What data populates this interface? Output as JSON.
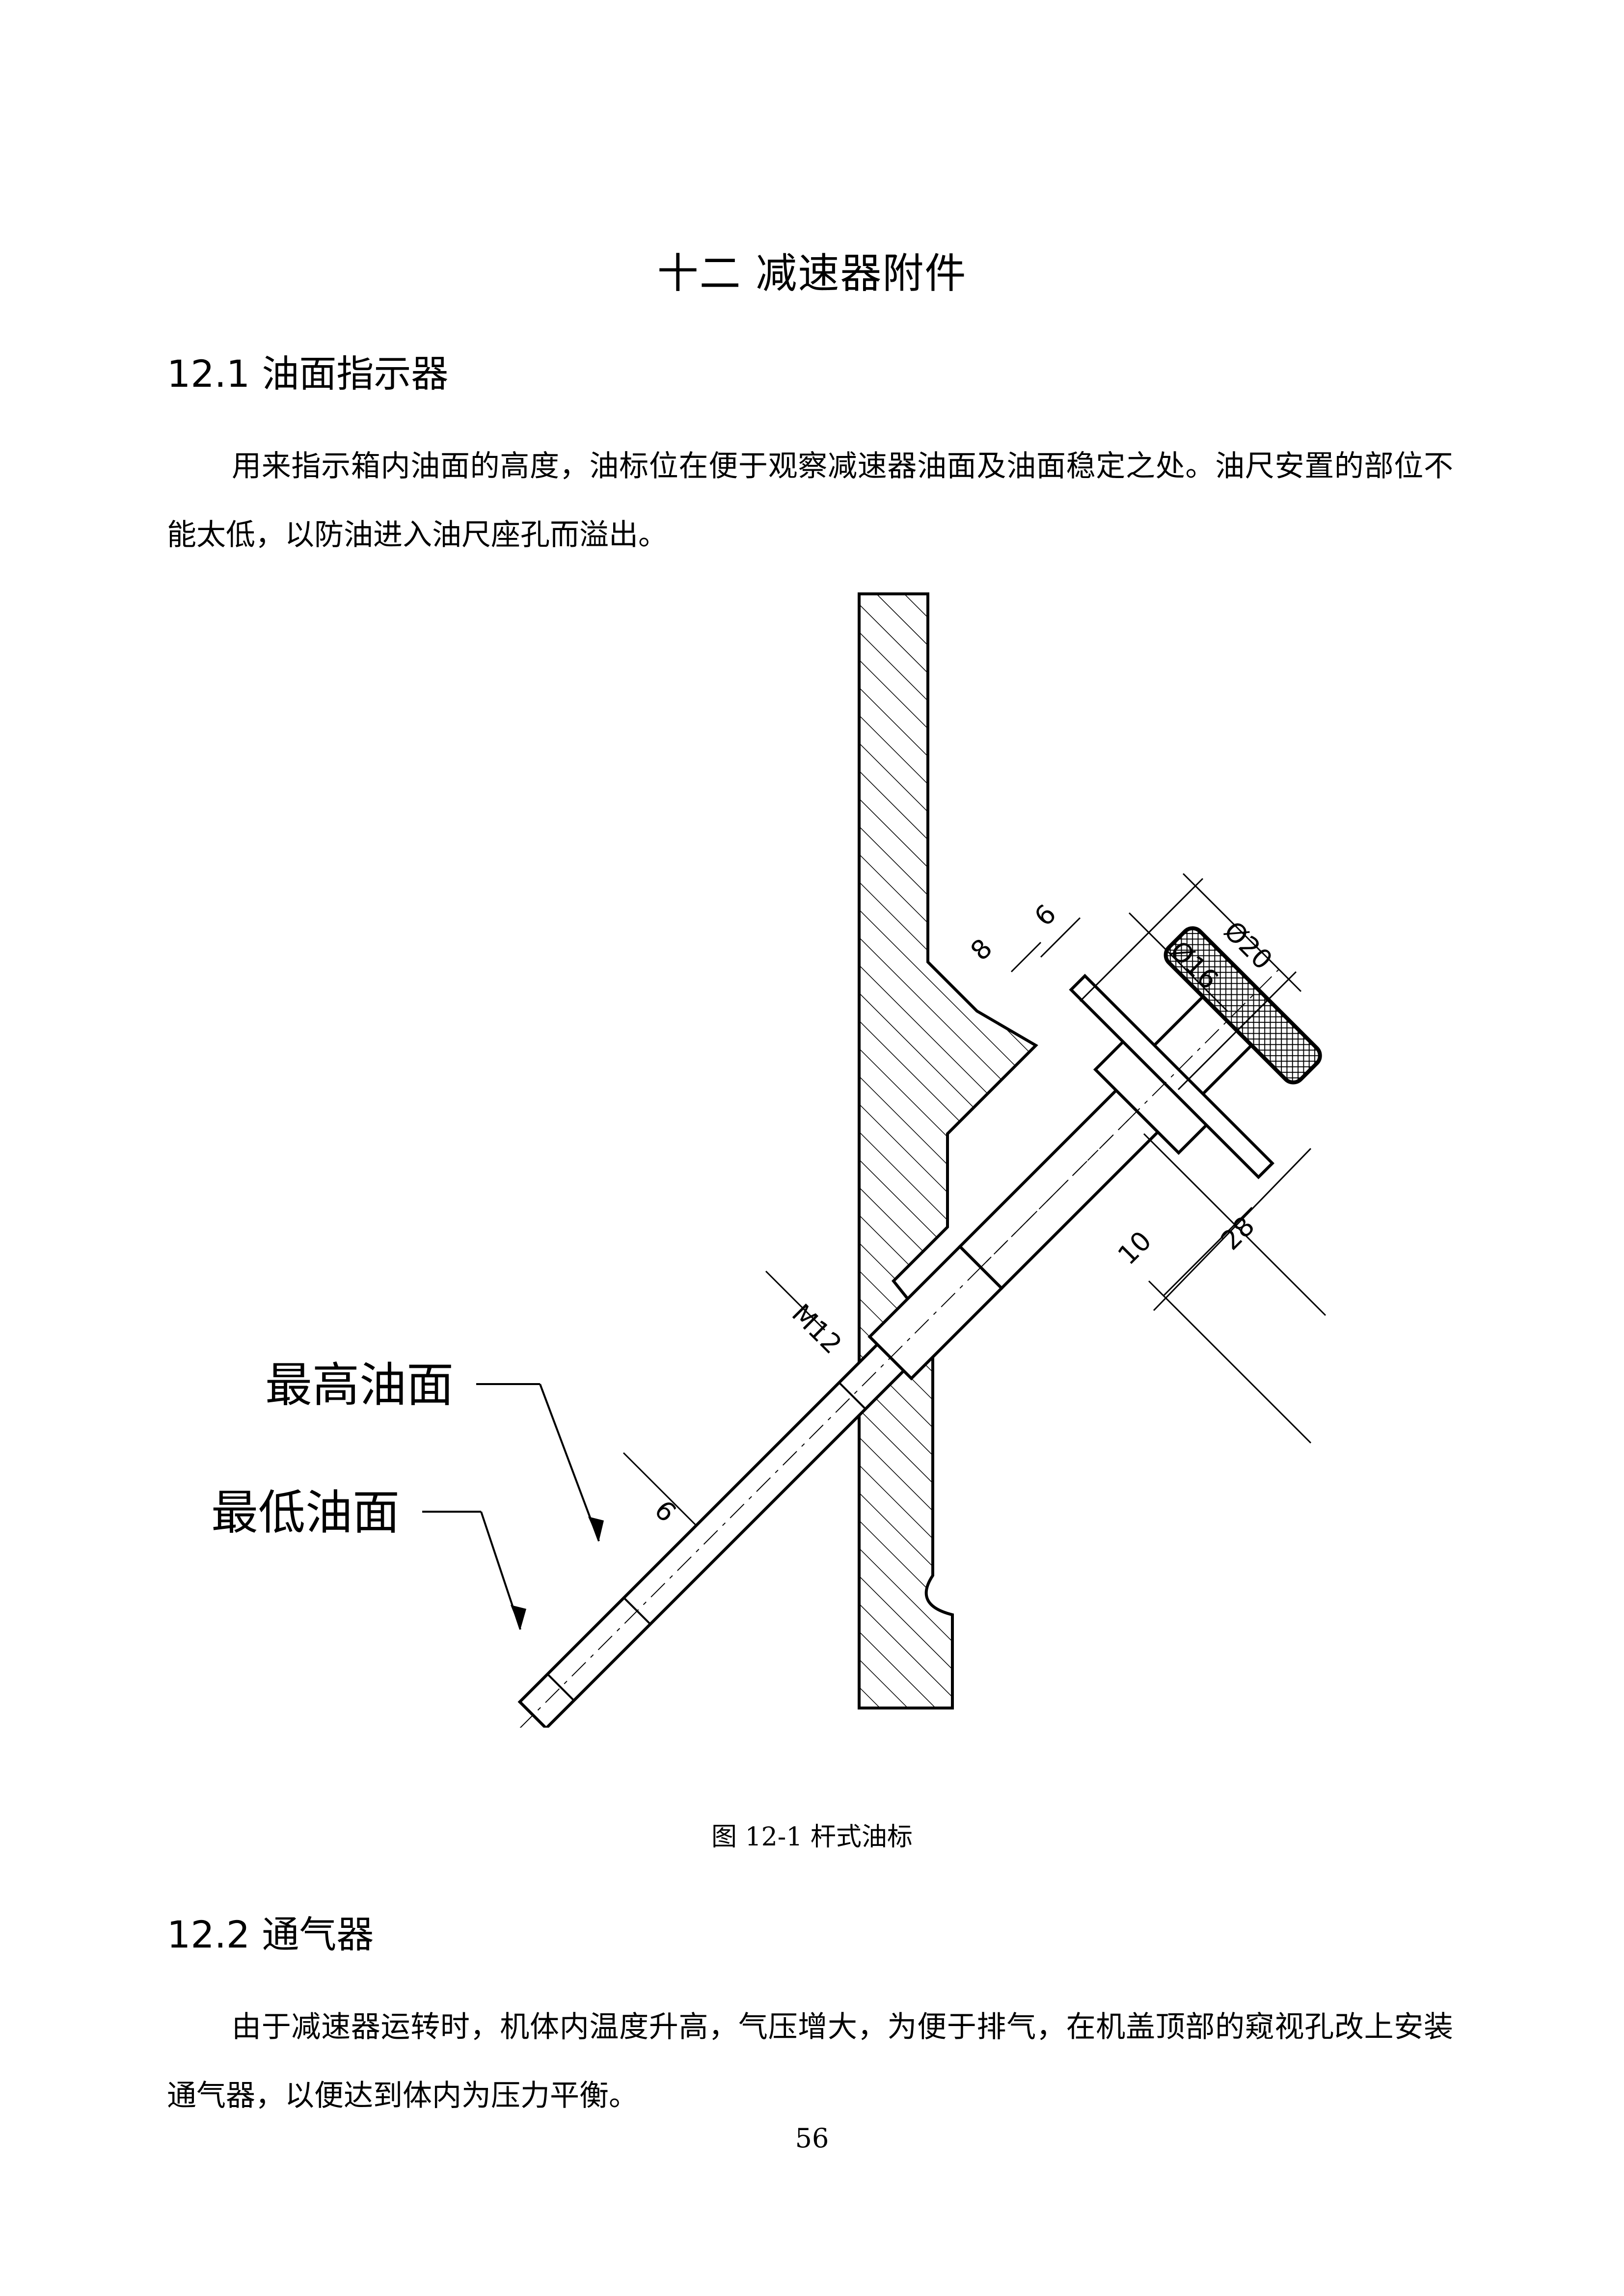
{
  "chapter_title": "十二  减速器附件",
  "sections": [
    {
      "title": "12.1 油面指示器",
      "paragraph": "用来指示箱内油面的高度，油标位在便于观察减速器油面及油面稳定之处。油尺安置的部位不能太低，以防油进入油尺座孔而溢出。"
    },
    {
      "title": "12.2 通气器",
      "paragraph": "由于减速器运转时，机体内温度升高，气压增大，为便于排气，在机盖顶部的窥视孔改上安装通气器，以便达到体内为压力平衡。"
    }
  ],
  "figure": {
    "caption": "图 12-1 杆式油标",
    "labels": {
      "max_oil": "最高油面",
      "min_oil": "最低油面"
    },
    "dimensions": {
      "d20": "Ø20",
      "d16": "Ø16",
      "dim8": "8",
      "dim6_top": "6",
      "dim10": "10",
      "dim28": "28",
      "m12": "M12",
      "dim6_rod": "6"
    }
  },
  "page_number": "56"
}
